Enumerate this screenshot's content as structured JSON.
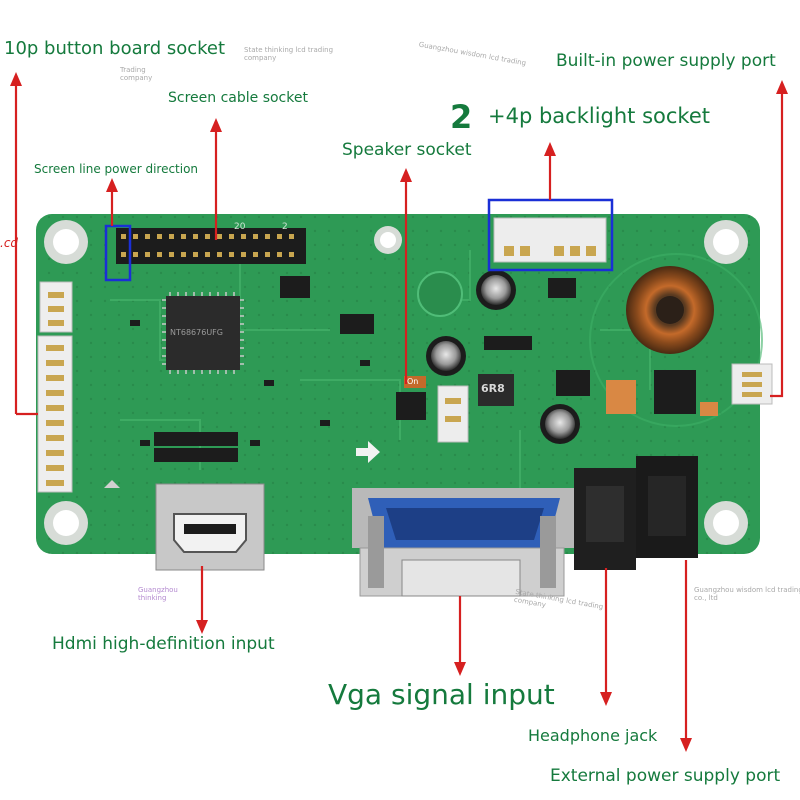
{
  "labels": {
    "button_board": "10p button board socket",
    "screen_cable": "Screen cable socket",
    "screen_line_power": "Screen line power direction",
    "speaker": "Speaker socket",
    "number_two": "2",
    "backlight": "+4p backlight socket",
    "builtin_power": "Built-in power supply port",
    "hdmi": "Hdmi high-definition input",
    "vga": "Vga signal input",
    "headphone": "Headphone jack",
    "external_power": "External power supply port"
  },
  "board_text": {
    "chip": "NT68676UFG",
    "fragment_left": ".cd",
    "pin_20": "20",
    "pin_2": "2",
    "on_tag": "On",
    "sticker": "6R8"
  },
  "watermarks": {
    "w1": "State thinking lcd trading company",
    "w2": "Trading company",
    "w3": "Guangzhou wisdom lcd trading",
    "w4": "Guangzhou thinking",
    "w5": "State thinking lcd trading company",
    "w6": "Guangzhou wisdom lcd trading co., ltd"
  },
  "colors": {
    "label_text": "#157a3d",
    "arrow": "#d62020",
    "board": "#2e9a55",
    "highlight_box": "#1a2fd6",
    "vga_connector": "#2f5fb8"
  }
}
